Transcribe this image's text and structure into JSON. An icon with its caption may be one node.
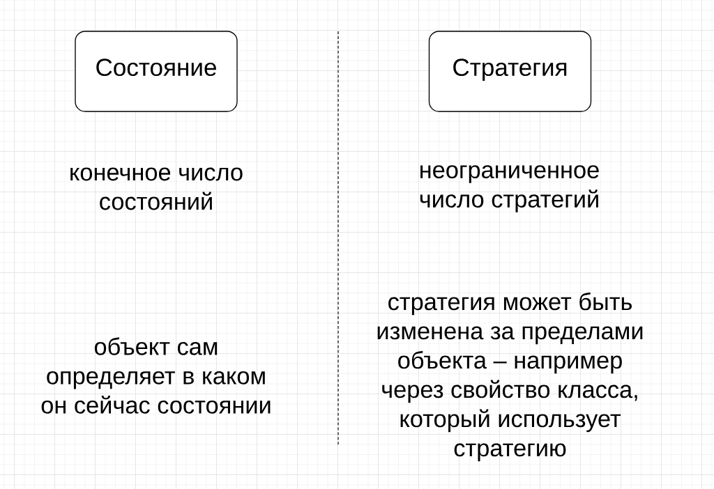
{
  "diagram": {
    "nodes": [
      {
        "text": [
          "Состояние"
        ]
      },
      {
        "text": [
          "Стратегия"
        ]
      }
    ],
    "labels": [
      "конечное число состояний",
      "неограниченное число стратегий",
      "объект сам определяет в каком он сейчас состоянии",
      "стратегия может быть изменена за пределами объекта – например через свойство класса, который использует стратегию"
    ]
  }
}
